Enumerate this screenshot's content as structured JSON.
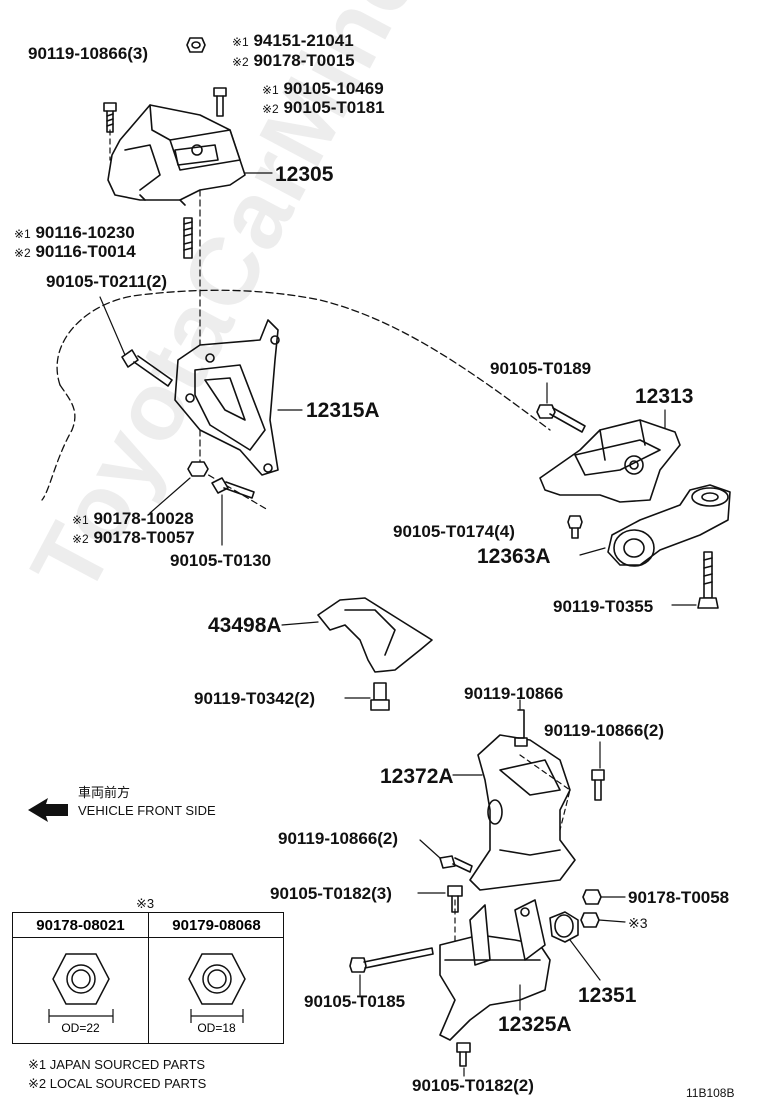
{
  "watermark": "ToyotaCarMine.ru",
  "marks": {
    "m1": "※1",
    "m2": "※2",
    "m3": "※3"
  },
  "parts": {
    "p1": "90119-10866(3)",
    "p2a": "94151-21041",
    "p2b": "90178-T0015",
    "p3a": "90105-10469",
    "p3b": "90105-T0181",
    "p4": "12305",
    "p5a": "90116-10230",
    "p5b": "90116-T0014",
    "p6": "90105-T0211(2)",
    "p7": "12315A",
    "p8a": "90178-10028",
    "p8b": "90178-T0057",
    "p9": "90105-T0130",
    "p10": "90105-T0189",
    "p11": "12313",
    "p12": "90105-T0174(4)",
    "p13": "12363A",
    "p14": "90119-T0355",
    "p15": "43498A",
    "p16": "90119-T0342(2)",
    "p17": "90119-10866",
    "p18": "90119-10866(2)",
    "p19": "12372A",
    "p20": "90119-10866(2)",
    "p21": "90105-T0182(3)",
    "p22": "90178-T0058",
    "p23": "12351",
    "p24": "90105-T0185",
    "p25": "12325A",
    "p26": "90105-T0182(2)"
  },
  "front": {
    "jp": "車両前方",
    "en": "VEHICLE FRONT SIDE"
  },
  "legend": {
    "mark": "※3",
    "col1": "90178-08021",
    "col2": "90179-08068",
    "od1": "OD=22",
    "od2": "OD=18"
  },
  "notes": {
    "n1": "JAPAN SOURCED PARTS",
    "n2": "LOCAL SOURCED PARTS"
  },
  "code": "11B108B"
}
